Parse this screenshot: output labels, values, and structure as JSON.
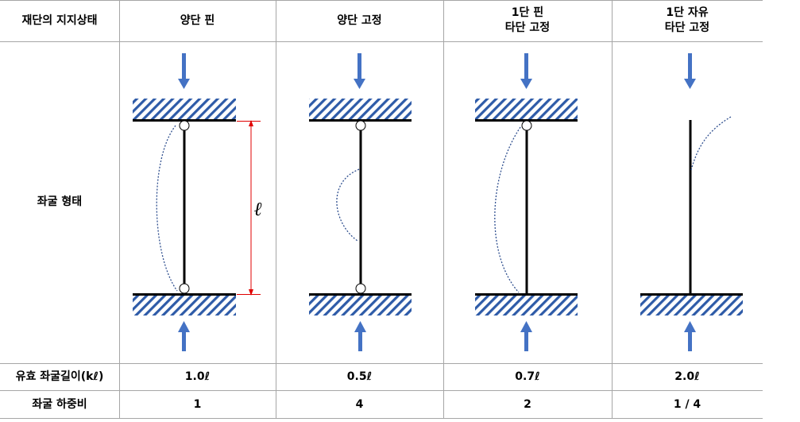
{
  "header": {
    "row_label": "재단의 지지상태",
    "columns": [
      {
        "lines": [
          "양단 핀"
        ]
      },
      {
        "lines": [
          "양단 고정"
        ]
      },
      {
        "lines": [
          "1단 핀",
          "타단 고정"
        ]
      },
      {
        "lines": [
          "1단 자유",
          "타단 고정"
        ]
      }
    ]
  },
  "rows": {
    "shape_label": "좌굴 형태",
    "length_symbol": "ℓ",
    "effective_length_label": "유효 좌굴길이(kℓ)",
    "effective_lengths": [
      "1.0ℓ",
      "0.5ℓ",
      "0.7ℓ",
      "2.0ℓ"
    ],
    "load_ratio_label": "좌굴 하중비",
    "load_ratios": [
      "1",
      "4",
      "2",
      "1 / 4"
    ]
  },
  "colors": {
    "arrow": "#4472C4",
    "hatch": "#2E5BA8",
    "dimension": "#E00000",
    "deflection": "#2F4F8F",
    "grid": "#A6A6A6"
  }
}
